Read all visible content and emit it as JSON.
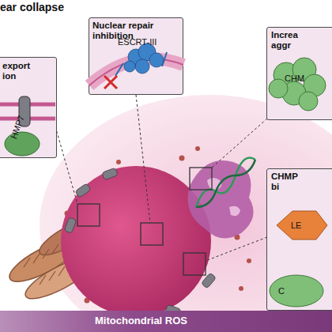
{
  "diagram": {
    "title": "ear collapse",
    "nodes": [
      {
        "text": [
          "Nuclear repair inhibition",
          "ESCRT-III"
        ]
      },
      {
        "text": [
          "export ion",
          "HMP7"
        ]
      },
      {
        "text": [
          "Increa aggr",
          "CHM"
        ]
      },
      {
        "text": [
          "CHMP bi",
          "LE",
          "C"
        ]
      },
      {
        "text": [
          "Mitochondrial ROS"
        ]
      }
    ]
  }
}
